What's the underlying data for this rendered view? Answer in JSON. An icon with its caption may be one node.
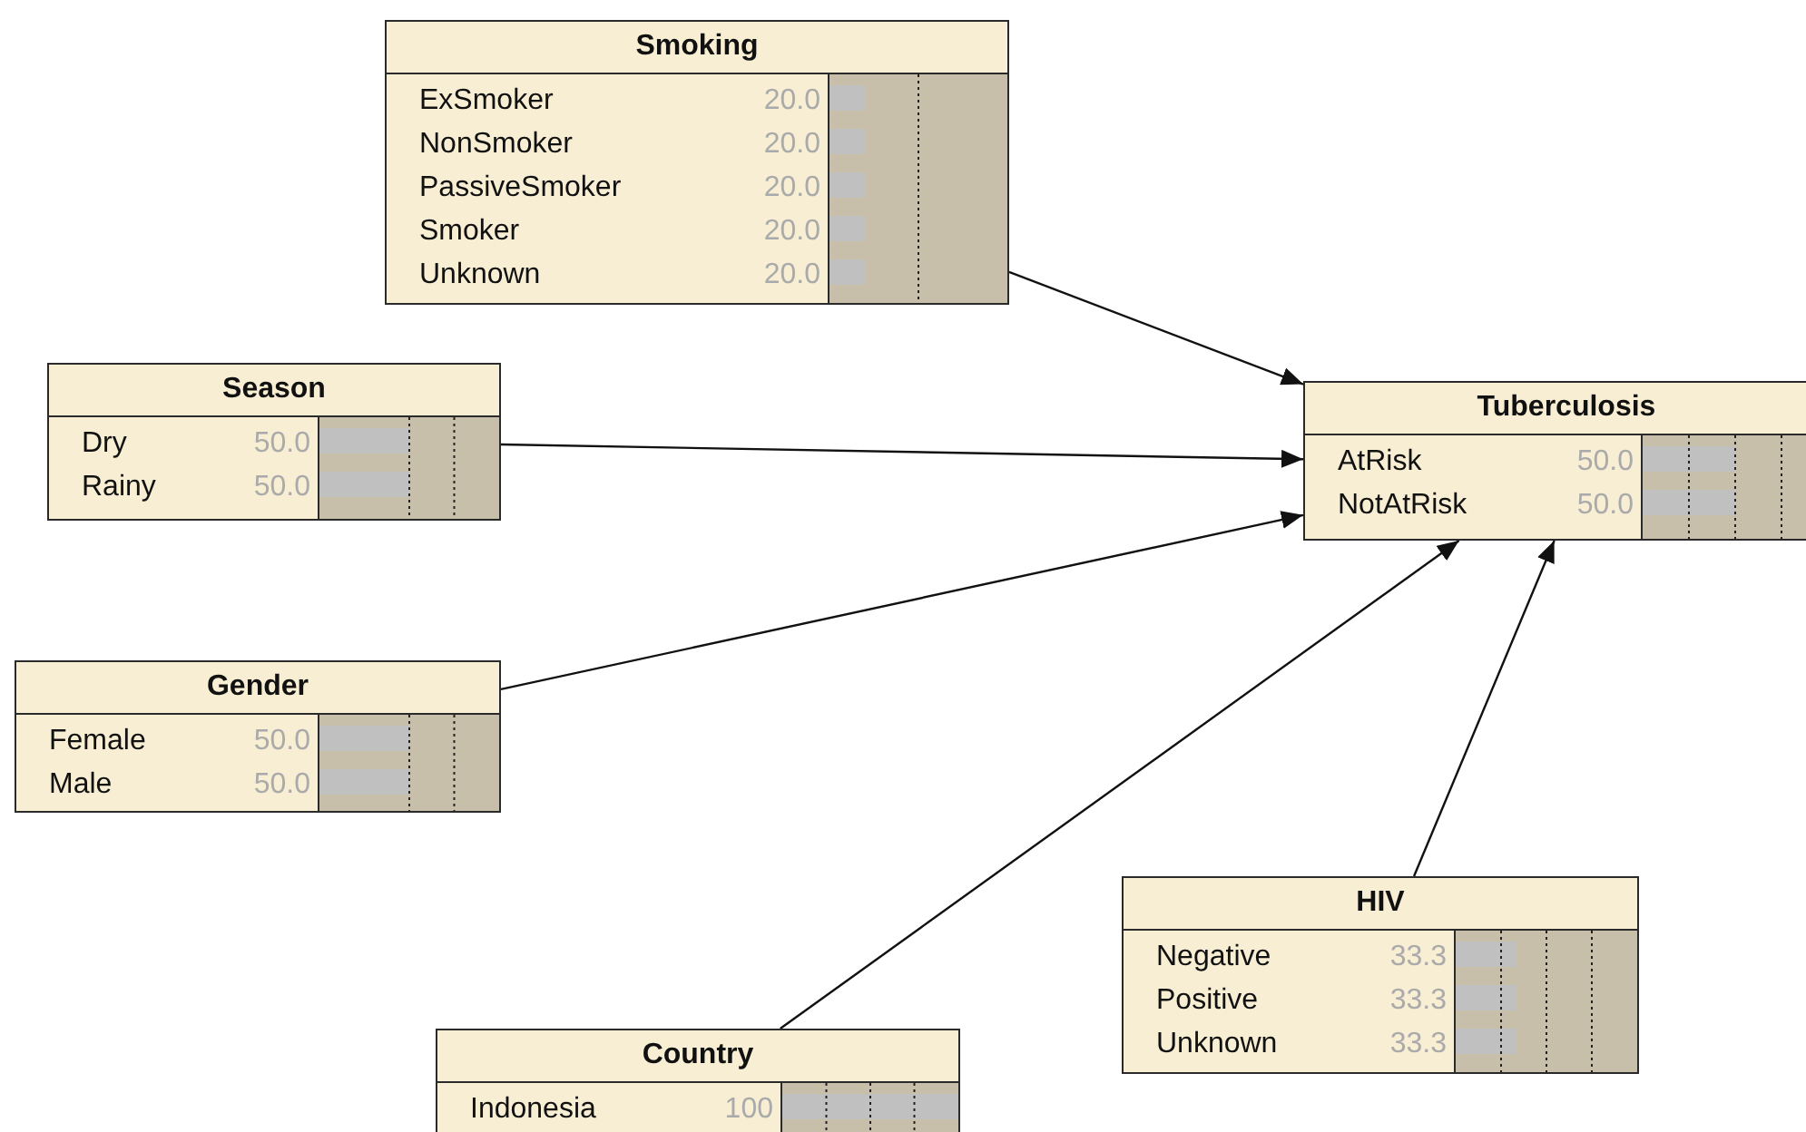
{
  "diagram": {
    "nodes": [
      {
        "text": [
          "Smoking",
          "ExSmoker",
          "20.0",
          "NonSmoker",
          "20.0",
          "PassiveSmoker",
          "20.0",
          "Smoker",
          "20.0",
          "Unknown",
          "20.0"
        ]
      },
      {
        "text": [
          "Season",
          "Dry",
          "50.0",
          "Rainy",
          "50.0"
        ]
      },
      {
        "text": [
          "Tuberculosis",
          "AtRisk",
          "50.0",
          "NotAtRisk",
          "50.0"
        ]
      },
      {
        "text": [
          "Gender",
          "Female",
          "50.0",
          "Male",
          "50.0"
        ]
      },
      {
        "text": [
          "HIV",
          "Negative",
          "33.3",
          "Positive",
          "33.3",
          "Unknown",
          "33.3"
        ]
      },
      {
        "text": [
          "Country",
          "Indonesia",
          "100"
        ]
      }
    ],
    "edges": [
      {
        "from": 0,
        "to": 2,
        "arrow": "to"
      },
      {
        "from": 1,
        "to": 2,
        "arrow": "to"
      },
      {
        "from": 3,
        "to": 2,
        "arrow": "to"
      },
      {
        "from": 5,
        "to": 2,
        "arrow": "to"
      },
      {
        "from": 4,
        "to": 2,
        "arrow": "to"
      }
    ]
  }
}
